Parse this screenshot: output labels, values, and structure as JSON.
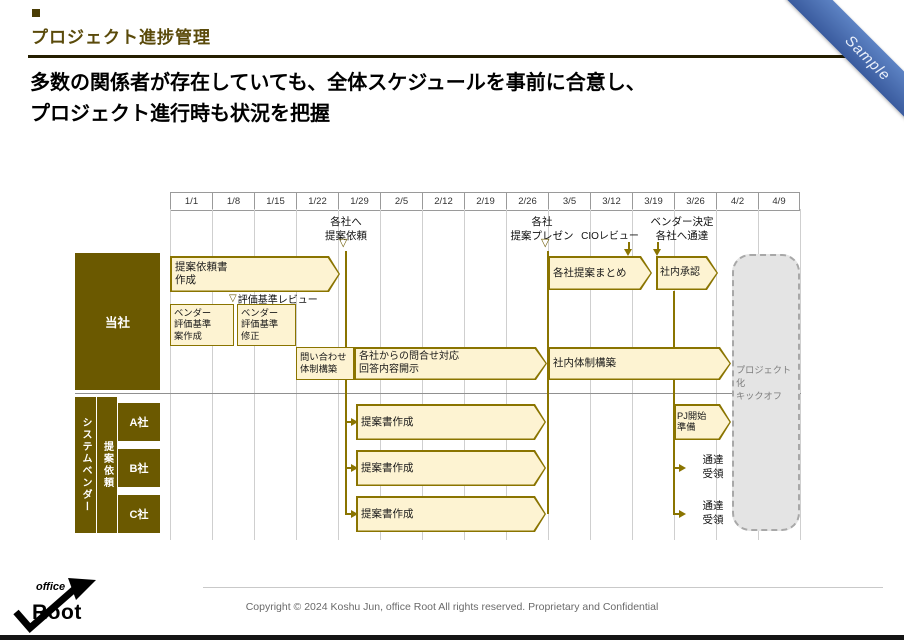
{
  "meta": {
    "sample_badge": "Sample"
  },
  "header": {
    "title": "プロジェクト進捗管理",
    "headline": "多数の関係者が存在していても、全体スケジュールを事前に合意し、\nプロジェクト進行時も状況を把握"
  },
  "icons": {
    "tri_down": "▽"
  },
  "colors": {
    "accent_dark": "#6b5900",
    "bar_fill": "#fdf3d2",
    "bar_border": "#8a7400",
    "title_brown": "#5a4a0a",
    "ribbon_blue": "#3a5b9e",
    "kickoff_gray": "#e4e4e4"
  },
  "chart": {
    "dates": [
      "1/1",
      "1/8",
      "1/15",
      "1/22",
      "1/29",
      "2/5",
      "2/12",
      "2/19",
      "2/26",
      "3/5",
      "3/12",
      "3/19",
      "3/26",
      "4/2",
      "4/9"
    ],
    "lanes": {
      "company": "当社",
      "vendor_group": "システムベンダー",
      "vendor_request": "提案依頼",
      "vendors": [
        "A社",
        "B社",
        "C社"
      ]
    },
    "milestones": [
      {
        "label": "各社へ\n提案依頼",
        "week": "1/29"
      },
      {
        "label": "各社\n提案プレゼン",
        "week": "3/5"
      },
      {
        "label": "CIOレビュー",
        "week": "3/12"
      },
      {
        "label": "ベンダー決定\n各社へ通達",
        "week": "3/19"
      }
    ],
    "tasks": [
      {
        "id": "rfp-create",
        "lane": "当社",
        "label": "提案依頼書\n作成",
        "start": "1/1",
        "end": "1/29"
      },
      {
        "id": "vendor-eval-draft",
        "lane": "当社",
        "label": "ベンダー\n評価基準\n案作成",
        "start": "1/1",
        "end": "1/15"
      },
      {
        "id": "vendor-eval-fix",
        "lane": "当社",
        "label": "ベンダー\n評価基準\n修正",
        "start": "1/15",
        "end": "1/22"
      },
      {
        "id": "inquiry-desk-setup",
        "lane": "当社",
        "label": "問い合わせ\n体制構築",
        "start": "1/22",
        "end": "2/5"
      },
      {
        "id": "inquiry-response",
        "lane": "当社",
        "label": "各社からの問合せ対応\n回答内容開示",
        "start": "1/29",
        "end": "2/26"
      },
      {
        "id": "proposal-summary",
        "lane": "当社",
        "label": "各社提案まとめ",
        "start": "3/5",
        "end": "3/19"
      },
      {
        "id": "internal-approval",
        "lane": "当社",
        "label": "社内承認",
        "start": "3/19",
        "end": "3/26"
      },
      {
        "id": "internal-org-setup",
        "lane": "当社",
        "label": "社内体制構築",
        "start": "3/5",
        "end": "4/2"
      },
      {
        "id": "proposal-a",
        "lane": "A社",
        "label": "提案書作成",
        "start": "1/29",
        "end": "2/26"
      },
      {
        "id": "proposal-b",
        "lane": "B社",
        "label": "提案書作成",
        "start": "1/29",
        "end": "2/26"
      },
      {
        "id": "proposal-c",
        "lane": "C社",
        "label": "提案書作成",
        "start": "1/29",
        "end": "2/26"
      },
      {
        "id": "pj-start-prep",
        "lane": "A社",
        "label": "PJ開始\n準備",
        "start": "3/26",
        "end": "4/2"
      }
    ],
    "notes": {
      "eval_review": "評価基準レビュー",
      "notice_receipt": "通達\n受領",
      "kickoff": "プロジェクト化\nキックオフ"
    }
  },
  "footer": {
    "copyright": "Copyright  © 2024 Koshu Jun, office Root All rights reserved. Proprietary and Confidential",
    "logo_office": "office",
    "logo_root": "Root"
  }
}
